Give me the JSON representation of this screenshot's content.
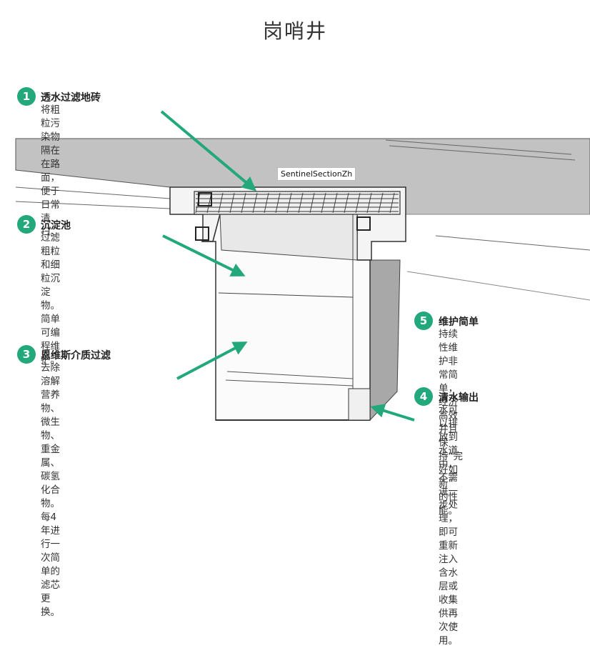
{
  "title": "岗哨井",
  "model_label": "SentinelSectionZh",
  "colors": {
    "accent": "#22a87a",
    "road": "#bdbdbd",
    "concrete_side": "#9c9c9c"
  },
  "callouts": [
    {
      "number": "1",
      "title": "透水过滤地砖",
      "body": "将粗粒污染物隔在在路\n面，便于日常清扫。"
    },
    {
      "number": "2",
      "title": "沉淀池",
      "body": "过滤粗粒和细粒沉淀物。\n简单可编程维护。"
    },
    {
      "number": "3",
      "title": "恩维斯介质过滤",
      "body": "去除溶解营养物、微生物、\n重金属、碳氢化合物。\n每4年进行一次简单的滤芯\n更换。"
    },
    {
      "number": "4",
      "title": "清水输出",
      "body": "水可以排放到水道中，不需\n进一步处理，即可重新注入\n含水层或收集供再次使用。"
    },
    {
      "number": "5",
      "title": "维护简单",
      "body": "持续性维护非常简单，经济\n高效并且保持“完好如新”\n的性能。"
    }
  ]
}
